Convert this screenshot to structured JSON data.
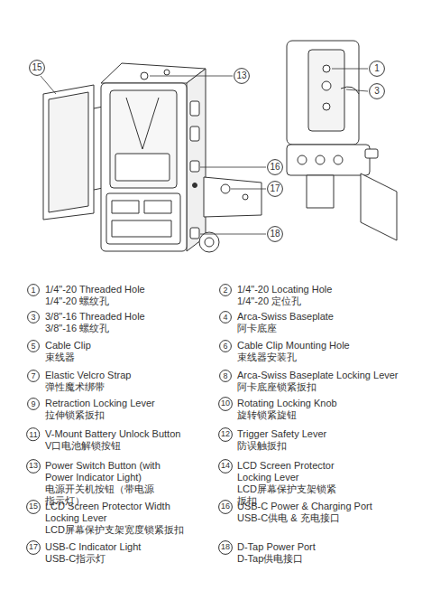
{
  "diagram": {
    "nodes": [
      {
        "text": [
          "15"
        ]
      },
      {
        "text": [
          "13"
        ]
      },
      {
        "text": [
          "1"
        ]
      },
      {
        "text": [
          "3"
        ]
      },
      {
        "text": [
          "16"
        ]
      },
      {
        "text": [
          "17"
        ]
      },
      {
        "text": [
          "18"
        ]
      },
      {
        "text": [
          "1"
        ]
      },
      {
        "text": [
          "2"
        ]
      },
      {
        "text": [
          "3"
        ]
      },
      {
        "text": [
          "4"
        ]
      },
      {
        "text": [
          "5"
        ]
      },
      {
        "text": [
          "6"
        ]
      },
      {
        "text": [
          "7"
        ]
      },
      {
        "text": [
          "8"
        ]
      },
      {
        "text": [
          "9"
        ]
      },
      {
        "text": [
          "10"
        ]
      },
      {
        "text": [
          "11"
        ]
      },
      {
        "text": [
          "12"
        ]
      },
      {
        "text": [
          "13"
        ]
      },
      {
        "text": [
          "14"
        ]
      },
      {
        "text": [
          "15"
        ]
      },
      {
        "text": [
          "16"
        ]
      },
      {
        "text": [
          "17"
        ]
      },
      {
        "text": [
          "18"
        ]
      }
    ],
    "labels": [
      "1/4\"-20 Threaded Hole",
      "1/4\"-20 螺纹孔",
      "1/4\"-20 Locating Hole",
      "1/4\"-20 定位孔",
      "3/8\"-16 Threaded Hole",
      "3/8\"-16 螺纹孔",
      "Arca-Swiss Baseplate",
      "阿卡底座",
      "Cable Clip",
      "束线器",
      "Cable Clip Mounting Hole",
      "束线器安装孔",
      "Elastic Velcro Strap",
      "弹性魔术绑带",
      "Arca-Swiss Baseplate Locking Lever",
      "阿卡底座锁紧扳扣",
      "Retraction Locking Lever",
      "拉伸锁紧扳扣",
      "Rotating Locking Knob",
      "旋转锁紧旋钮",
      "V-Mount Battery Unlock Button",
      "V口电池解锁按钮",
      "Trigger Safety Lever",
      "防误触扳扣",
      "Power Switch Button (with Power Indicator Light)",
      "电源开关机按钮（带电源指示灯）",
      "LCD Screen Protector Locking Lever",
      "LCD屏幕保护支架锁紧扳扣",
      "LCD Screen Protector Width Locking Lever",
      "LCD屏幕保护支架宽度锁紧扳扣",
      "USB-C Power & Charging Port",
      "USB-C供电 & 充电接口",
      "USB-C Indicator Light",
      "USB-C指示灯",
      "D-Tap Power Port",
      "D-Tap供电接口"
    ]
  }
}
